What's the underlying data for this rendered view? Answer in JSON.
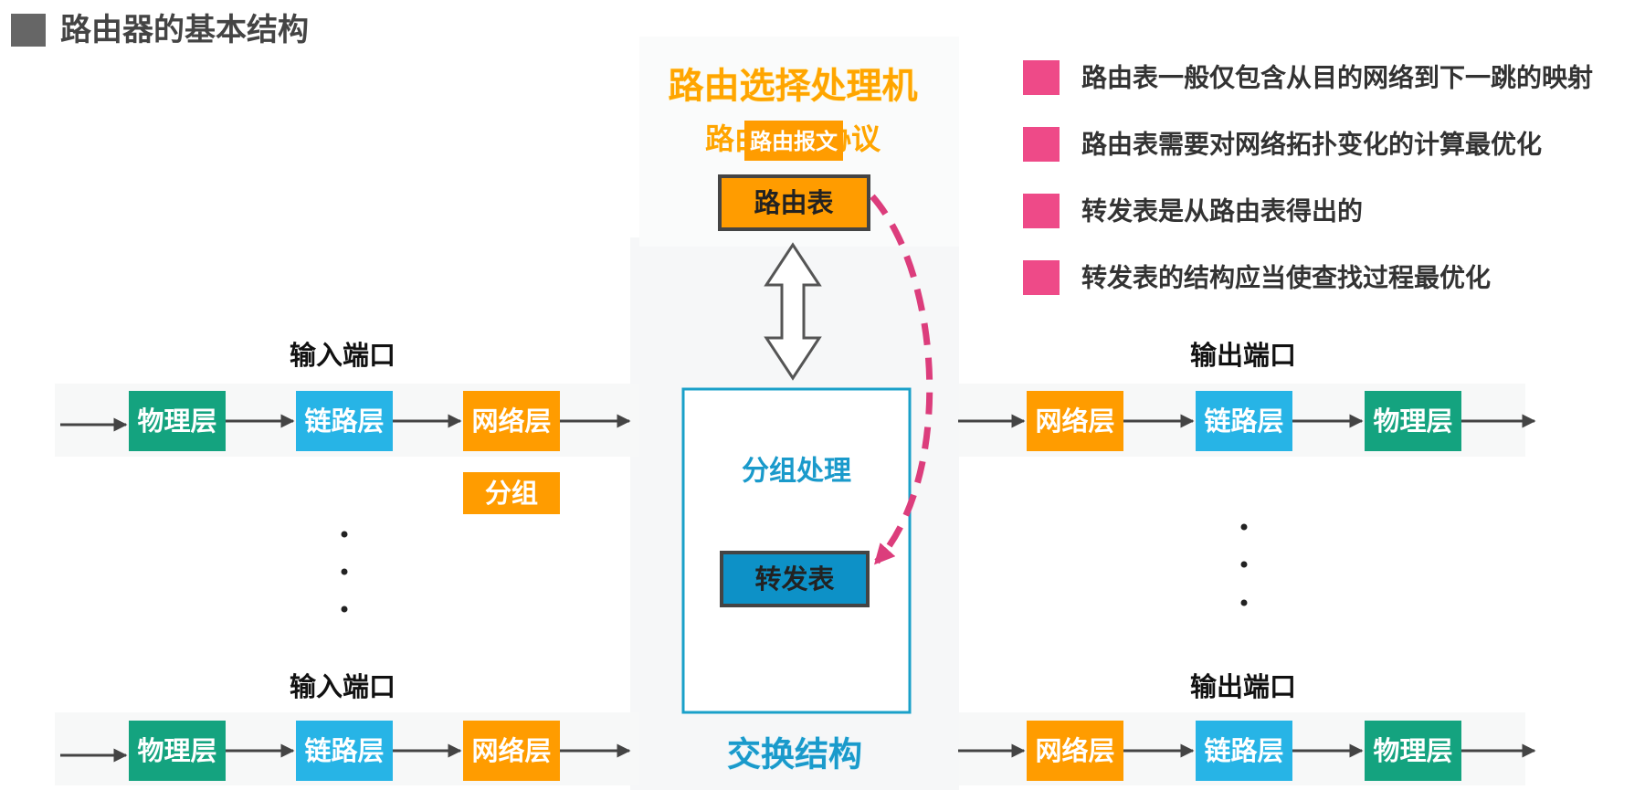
{
  "title": "路由器的基本结构",
  "routing_processor": {
    "title": "路由选择处理机",
    "protocol_label": "路由选择协议",
    "message_label": "路由报文",
    "routing_table": "路由表"
  },
  "switch_fabric": {
    "label": "交换结构",
    "packet_processing": "分组处理",
    "forwarding_table": "转发表"
  },
  "input_port_label": "输入端口",
  "output_port_label": "输出端口",
  "layers": {
    "physical": "物理层",
    "link": "链路层",
    "network": "网络层"
  },
  "packet_label": "分组",
  "notes": [
    "路由表一般仅包含从目的网络到下一跳的映射",
    "路由表需要对网络拓扑变化的计算最优化",
    "转发表是从路由表得出的",
    "转发表的结构应当使查找过程最优化"
  ],
  "colors": {
    "physical": "#14a37f",
    "link": "#27b4e6",
    "network": "#ff9c00",
    "routing_title": "#ffa500",
    "note_bullet": "#ee4a88",
    "dashed_arrow": "#dc3d7c",
    "fabric_border": "#1aa0c9",
    "fabric_text": "#1a9acb",
    "forwarding_table": "#0d91c7",
    "routing_table": "#ff9c00"
  },
  "icons": {
    "title_marker": "square-marker-icon",
    "note_bullet": "square-bullet-icon"
  }
}
